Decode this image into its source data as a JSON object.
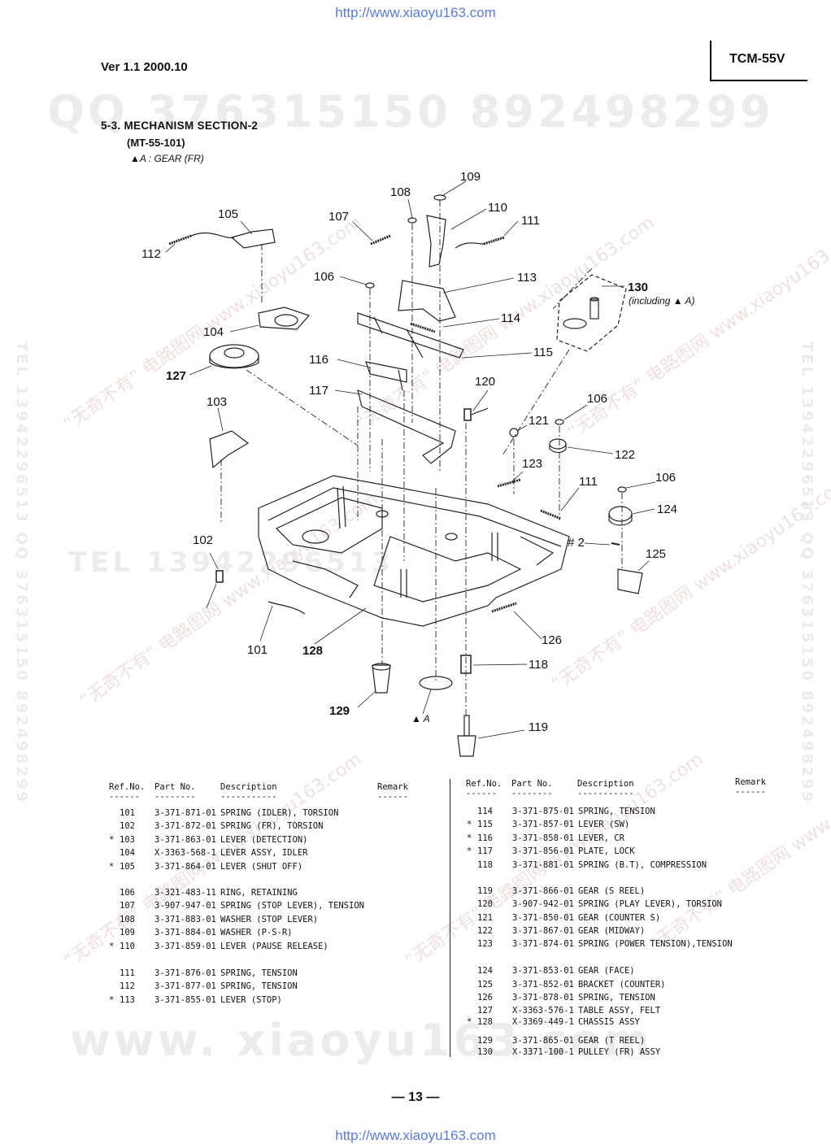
{
  "header": {
    "url_top": "http://www.xiaoyu163.com",
    "version": "Ver 1.1  2000.10",
    "model": "TCM-55V"
  },
  "section": {
    "title": "5-3. MECHANISM  SECTION-2",
    "subtitle": "(MT-55-101)",
    "note": "▲A : GEAR (FR)"
  },
  "watermarks": {
    "qq": "QQ 376315150   892498299",
    "tel": "TEL 13942296513",
    "side_left": "TEL 13942296513  QQ 376315150  892498299",
    "side_right": "TEL 13942296513  QQ 376315150  892498299",
    "site": "www. xiaoyu163.com",
    "diag": "“无奇不有” 电路图网 www.xiaoyu163.com"
  },
  "diagram": {
    "callouts": {
      "c101": "101",
      "c102": "102",
      "c103": "103",
      "c104": "104",
      "c105": "105",
      "c106a": "106",
      "c106b": "106",
      "c106c": "106",
      "c107": "107",
      "c108": "108",
      "c109": "109",
      "c110": "110",
      "c111a": "111",
      "c111b": "111",
      "c112": "112",
      "c113": "113",
      "c114": "114",
      "c115": "115",
      "c116": "116",
      "c117": "117",
      "c118": "118",
      "c119": "119",
      "c120": "120",
      "c121": "121",
      "c122": "122",
      "c123": "123",
      "c124": "124",
      "c125": "125",
      "c126": "126",
      "c127": "127",
      "c128": "128",
      "c129": "129",
      "c130": "130",
      "c130_note": "(including ▲ A)",
      "screw2": "# 2",
      "gear_a": "▲ A"
    }
  },
  "parts_table": {
    "headers": {
      "ref": "Ref.No.",
      "part": "Part No.",
      "desc": "Description",
      "remark": "Remark"
    },
    "dashes": {
      "ref": "------",
      "part": "--------",
      "desc": "-----------",
      "remark": "------"
    },
    "left": [
      {
        "mark": "",
        "ref": "101",
        "part": "3-371-871-01",
        "desc": "SPRING (IDLER), TORSION"
      },
      {
        "mark": "",
        "ref": "102",
        "part": "3-371-872-01",
        "desc": "SPRING (FR), TORSION"
      },
      {
        "mark": "*",
        "ref": "103",
        "part": "3-371-863-01",
        "desc": "LEVER (DETECTION)"
      },
      {
        "mark": "",
        "ref": "104",
        "part": "X-3363-568-1",
        "desc": "LEVER ASSY, IDLER"
      },
      {
        "mark": "*",
        "ref": "105",
        "part": "3-371-864-01",
        "desc": "LEVER (SHUT OFF)"
      },
      {
        "mark": "",
        "ref": "106",
        "part": "3-321-483-11",
        "desc": "RING, RETAINING"
      },
      {
        "mark": "",
        "ref": "107",
        "part": "3-907-947-01",
        "desc": "SPRING (STOP LEVER), TENSION"
      },
      {
        "mark": "",
        "ref": "108",
        "part": "3-371-883-01",
        "desc": "WASHER (STOP LEVER)"
      },
      {
        "mark": "",
        "ref": "109",
        "part": "3-371-884-01",
        "desc": "WASHER (P-S-R)"
      },
      {
        "mark": "*",
        "ref": "110",
        "part": "3-371-859-01",
        "desc": "LEVER (PAUSE RELEASE)"
      },
      {
        "mark": "",
        "ref": "111",
        "part": "3-371-876-01",
        "desc": "SPRING, TENSION"
      },
      {
        "mark": "",
        "ref": "112",
        "part": "3-371-877-01",
        "desc": "SPRING, TENSION"
      },
      {
        "mark": "*",
        "ref": "113",
        "part": "3-371-855-01",
        "desc": "LEVER (STOP)"
      }
    ],
    "right": [
      {
        "mark": "",
        "ref": "114",
        "part": "3-371-875-01",
        "desc": "SPRING, TENSION"
      },
      {
        "mark": "*",
        "ref": "115",
        "part": "3-371-857-01",
        "desc": "LEVER (SW)"
      },
      {
        "mark": "*",
        "ref": "116",
        "part": "3-371-858-01",
        "desc": "LEVER, CR"
      },
      {
        "mark": "*",
        "ref": "117",
        "part": "3-371-856-01",
        "desc": "PLATE, LOCK"
      },
      {
        "mark": "",
        "ref": "118",
        "part": "3-371-881-01",
        "desc": "SPRING (B.T), COMPRESSION"
      },
      {
        "mark": "",
        "ref": "119",
        "part": "3-371-866-01",
        "desc": "GEAR (S REEL)"
      },
      {
        "mark": "",
        "ref": "120",
        "part": "3-907-942-01",
        "desc": "SPRING (PLAY LEVER), TORSION"
      },
      {
        "mark": "",
        "ref": "121",
        "part": "3-371-850-01",
        "desc": "GEAR (COUNTER S)"
      },
      {
        "mark": "",
        "ref": "122",
        "part": "3-371-867-01",
        "desc": "GEAR (MIDWAY)"
      },
      {
        "mark": "",
        "ref": "123",
        "part": "3-371-874-01",
        "desc": "SPRING (POWER TENSION),TENSION"
      },
      {
        "mark": "",
        "ref": "124",
        "part": "3-371-853-01",
        "desc": "GEAR (FACE)"
      },
      {
        "mark": "",
        "ref": "125",
        "part": "3-371-852-01",
        "desc": "BRACKET (COUNTER)"
      },
      {
        "mark": "",
        "ref": "126",
        "part": "3-371-878-01",
        "desc": "SPRING, TENSION"
      },
      {
        "mark": "",
        "ref": "127",
        "part": "X-3363-576-1",
        "desc": "TABLE ASSY, FELT"
      },
      {
        "mark": "*",
        "ref": "128",
        "part": "X-3369-449-1",
        "desc": "CHASSIS ASSY"
      },
      {
        "mark": "",
        "ref": "129",
        "part": "3-371-865-01",
        "desc": "GEAR (T REEL)"
      },
      {
        "mark": "",
        "ref": "130",
        "part": "X-3371-100-1",
        "desc": "PULLEY (FR) ASSY"
      }
    ]
  },
  "footer": {
    "page_number": "— 13 —",
    "url_bottom": "http://www.xiaoyu163.com"
  },
  "colors": {
    "ink": "#111111",
    "link": "#5b7bd6",
    "watermark": "#ececec"
  }
}
